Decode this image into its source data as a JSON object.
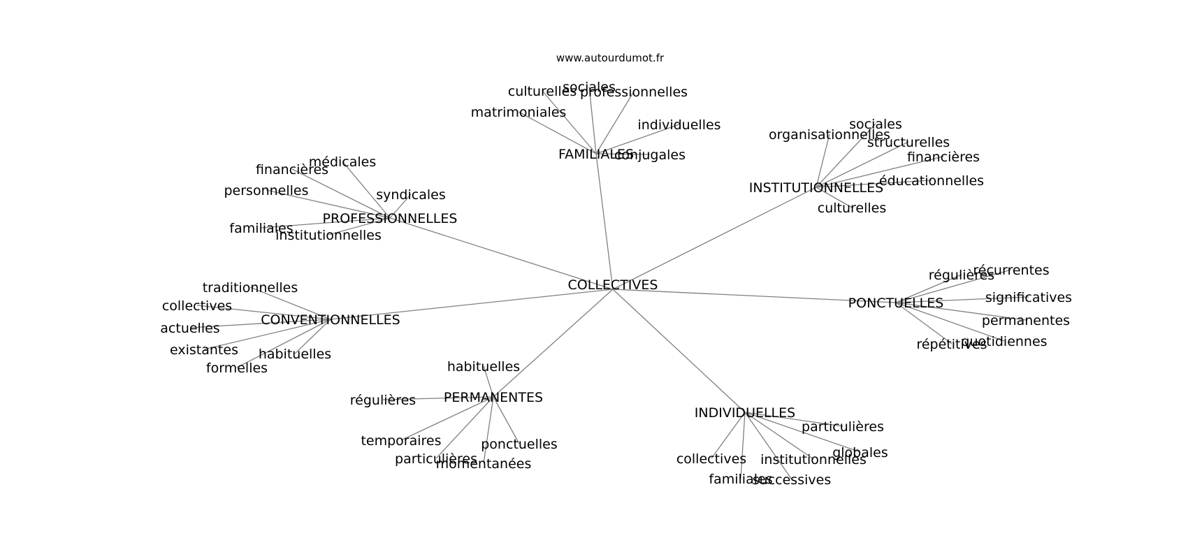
{
  "watermark": "www.autourdumot.fr",
  "colors": {
    "edge": "#808080",
    "text": "#000000",
    "background": "#ffffff"
  },
  "center": "COLLECTIVES",
  "branches": [
    {
      "label": "FAMILIALES",
      "leaves": [
        "matrimoniales",
        "culturelles",
        "sociales",
        "professionnelles",
        "individuelles",
        "conjugales"
      ]
    },
    {
      "label": "INSTITUTIONNELLES",
      "leaves": [
        "organisationnelles",
        "sociales",
        "structurelles",
        "financières",
        "éducationnelles",
        "culturelles"
      ]
    },
    {
      "label": "PROFESSIONNELLES",
      "leaves": [
        "financières",
        "médicales",
        "personnelles",
        "syndicales",
        "familiales",
        "institutionnelles"
      ]
    },
    {
      "label": "PONCTUELLES",
      "leaves": [
        "régulières",
        "récurrentes",
        "significatives",
        "permanentes",
        "quotidiennes",
        "répétitives"
      ]
    },
    {
      "label": "CONVENTIONNELLES",
      "leaves": [
        "traditionnelles",
        "collectives",
        "actuelles",
        "existantes",
        "habituelles",
        "formelles"
      ]
    },
    {
      "label": "PERMANENTES",
      "leaves": [
        "habituelles",
        "régulières",
        "temporaires",
        "particulières",
        "momentanées",
        "ponctuelles"
      ]
    },
    {
      "label": "INDIVIDUELLES",
      "leaves": [
        "particulières",
        "globales",
        "institutionnelles",
        "successives",
        "familiales",
        "collectives"
      ]
    }
  ]
}
